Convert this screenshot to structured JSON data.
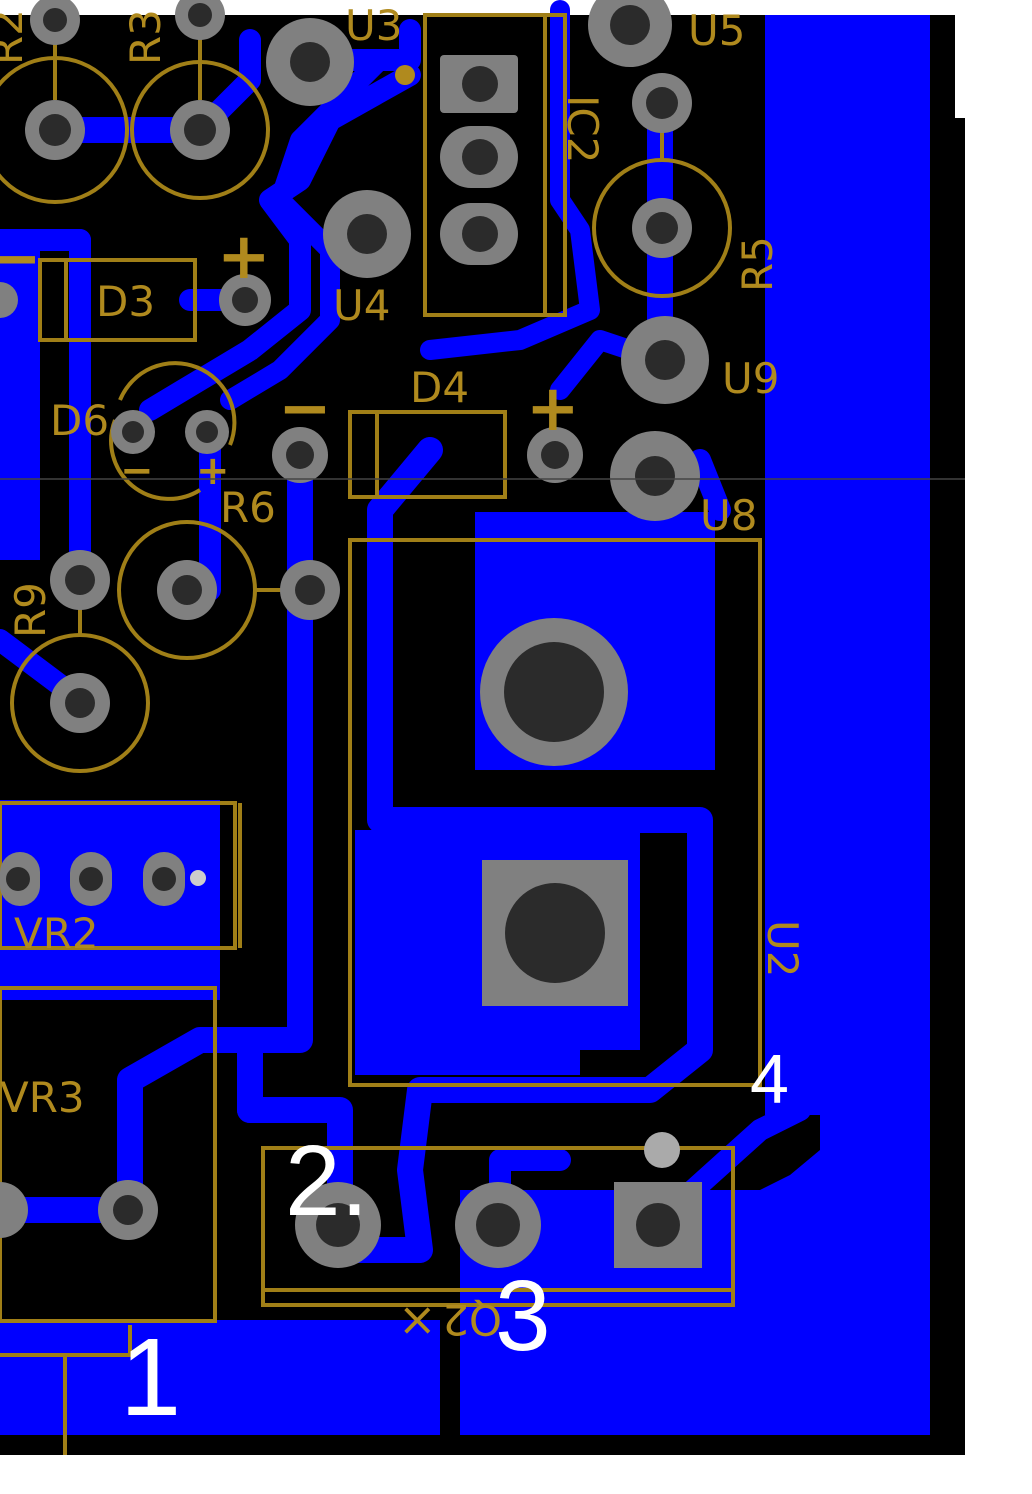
{
  "diagram": {
    "silkscreen_color": "#a07f17",
    "copper_color": "#0000ff",
    "board_color": "#000000",
    "pad_color": "#808080",
    "silkscreen_labels": {
      "r2": "R2",
      "r3": "R3",
      "u3": "U3",
      "u5": "U5",
      "ic2": "IC2",
      "r5": "R5",
      "d3": "D3",
      "u4": "U4",
      "u9": "U9",
      "d4": "D4",
      "d6": "D6",
      "r6": "R6",
      "u8": "U8",
      "r9": "R9",
      "vr2": "VR2",
      "u2": "U2",
      "vr3": "VR3",
      "q2": "Q2",
      "plus": "+",
      "minus": "−",
      "cross": "×"
    },
    "annotations": [
      "1",
      "2.",
      "3",
      "4"
    ]
  }
}
